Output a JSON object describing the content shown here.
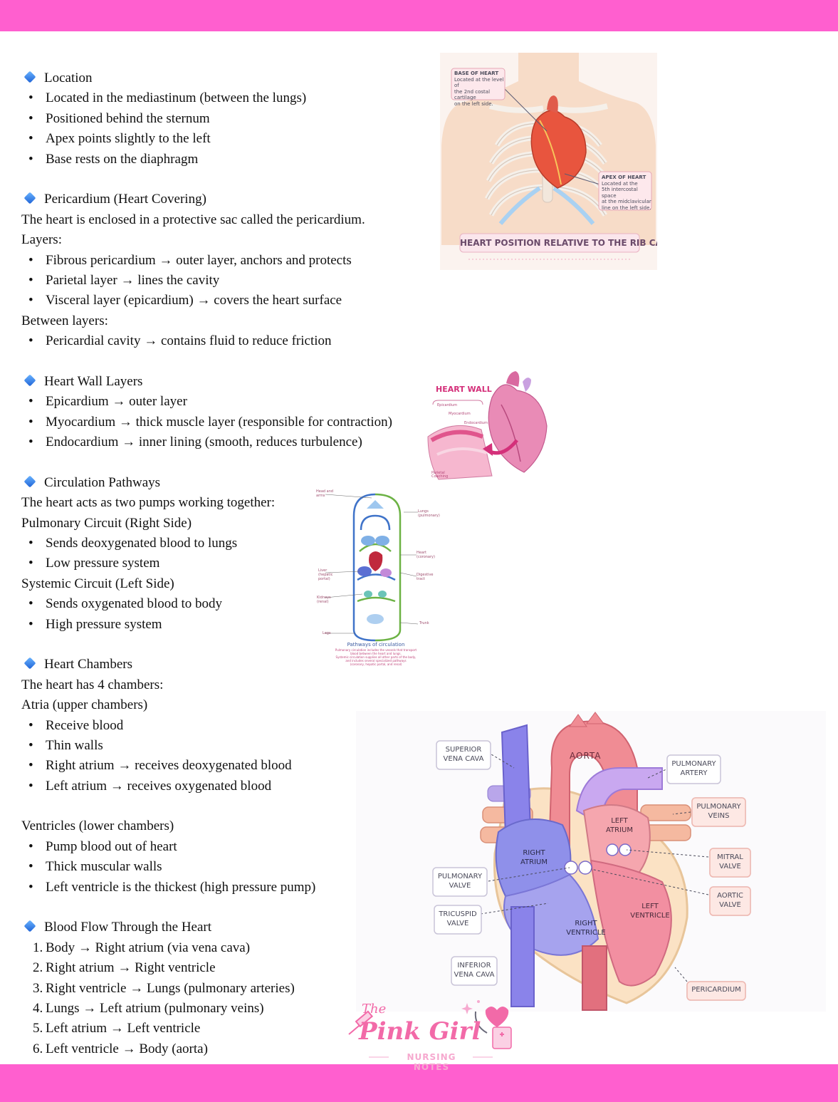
{
  "sections": {
    "location": {
      "title": "Location",
      "bullets": [
        "Located in the mediastinum (between the lungs)",
        "Positioned behind the sternum",
        "Apex points slightly to the left",
        "Base rests on the diaphragm"
      ]
    },
    "pericardium": {
      "title": "Pericardium (Heart Covering)",
      "intro": "The heart is enclosed in a protective sac called the pericardium.",
      "layers_label": "Layers:",
      "layers": [
        "Fibrous pericardium → outer layer, anchors and protects",
        "Parietal layer → lines the cavity",
        "Visceral layer (epicardium) → covers the heart surface"
      ],
      "between_label": "Between layers:",
      "between": [
        "Pericardial cavity → contains fluid to reduce friction"
      ]
    },
    "wall": {
      "title": "Heart Wall Layers",
      "bullets": [
        "Epicardium → outer layer",
        "Myocardium → thick muscle layer (responsible for contraction)",
        "Endocardium → inner lining (smooth, reduces turbulence)"
      ]
    },
    "circulation": {
      "title": "Circulation Pathways",
      "intro": "The heart acts as two pumps working together:",
      "pulmonary_label": "Pulmonary Circuit (Right Side)",
      "pulmonary": [
        "Sends deoxygenated blood to lungs",
        "Low pressure system"
      ],
      "systemic_label": "Systemic Circuit (Left Side)",
      "systemic": [
        "Sends oxygenated blood to body",
        "High pressure system"
      ]
    },
    "chambers": {
      "title": "Heart Chambers",
      "intro": "The heart has 4 chambers:",
      "atria_label": "Atria (upper chambers)",
      "atria": [
        "Receive blood",
        "Thin walls",
        "Right atrium → receives deoxygenated blood",
        "Left atrium → receives oxygenated blood"
      ],
      "ventricles_label": "Ventricles (lower chambers)",
      "ventricles": [
        "Pump blood out of heart",
        "Thick muscular walls",
        "Left ventricle is the thickest (high pressure pump)"
      ]
    },
    "flow": {
      "title": "Blood Flow Through the Heart",
      "steps": [
        "Body → Right atrium (via vena cava)",
        "Right atrium → Right ventricle",
        "Right ventricle → Lungs (pulmonary arteries)",
        "Lungs → Left atrium (pulmonary veins)",
        "Left atrium → Left ventricle",
        "Left ventricle → Body (aorta)"
      ]
    }
  },
  "figures": {
    "ribcage": {
      "base_title": "BASE OF HEART",
      "base_desc": [
        "Located at the level of",
        "the 2nd costal cartilage",
        "on the left side."
      ],
      "apex_title": "APEX OF HEART",
      "apex_desc": [
        "Located at the",
        "5th intercostal space",
        "at the midclavicular",
        "line on the left side."
      ],
      "caption": "HEART POSITION RELATIVE TO THE RIB CAGE"
    },
    "wall": {
      "title": "HEART WALL",
      "epicardium": "Epicardium",
      "myocardium": "Myocardium",
      "endocardium": "Endocardium",
      "parietal": [
        "Parietal",
        "Coaching"
      ]
    },
    "circulation": {
      "head": [
        "Head and",
        "arms"
      ],
      "lungs": [
        "Lungs",
        "(pulmonary)"
      ],
      "heart": [
        "Heart",
        "(coronary)"
      ],
      "liver": [
        "Liver",
        "(hepatic",
        "portal)"
      ],
      "digestive": [
        "Digestive",
        "tract"
      ],
      "kidneys": [
        "Kidneys",
        "(renal)"
      ],
      "trunk": "Trunk",
      "legs": "Legs",
      "caption": "Pathways of circulation",
      "desc": [
        "Pulmonary circulation includes the vessels that transport",
        "blood between the heart and lungs.",
        "Systemic circulation supplies all other parts of the body,",
        "and includes several specialized pathways",
        "(coronary, hepatic portal, and renal)"
      ]
    },
    "anatomy": {
      "aorta": "AORTA",
      "svc": [
        "SUPERIOR",
        "VENA CAVA"
      ],
      "pulm_artery": [
        "PULMONARY",
        "ARTERY"
      ],
      "pulm_veins": [
        "PULMONARY",
        "VEINS"
      ],
      "left_atrium": [
        "LEFT",
        "ATRIUM"
      ],
      "right_atrium": [
        "RIGHT",
        "ATRIUM"
      ],
      "mitral": [
        "MITRAL",
        "VALVE"
      ],
      "pulm_valve": [
        "PULMONARY",
        "VALVE"
      ],
      "aortic": [
        "AORTIC",
        "VALVE"
      ],
      "tricuspid": [
        "TRICUSPID",
        "VALVE"
      ],
      "left_ventricle": [
        "LEFT",
        "VENTRICLE"
      ],
      "right_ventricle": [
        "RIGHT",
        "VENTRICLE"
      ],
      "ivc": [
        "INFERIOR",
        "VENA CAVA"
      ],
      "pericardium": "PERICARDIUM"
    }
  },
  "logo": {
    "the": "The",
    "name": "Pink Girl",
    "sub": "NURSING NOTES"
  },
  "colors": {
    "band": "#ff5fcf",
    "logo_pink": "#f26aa8",
    "label_text": "#4a4a5a"
  }
}
